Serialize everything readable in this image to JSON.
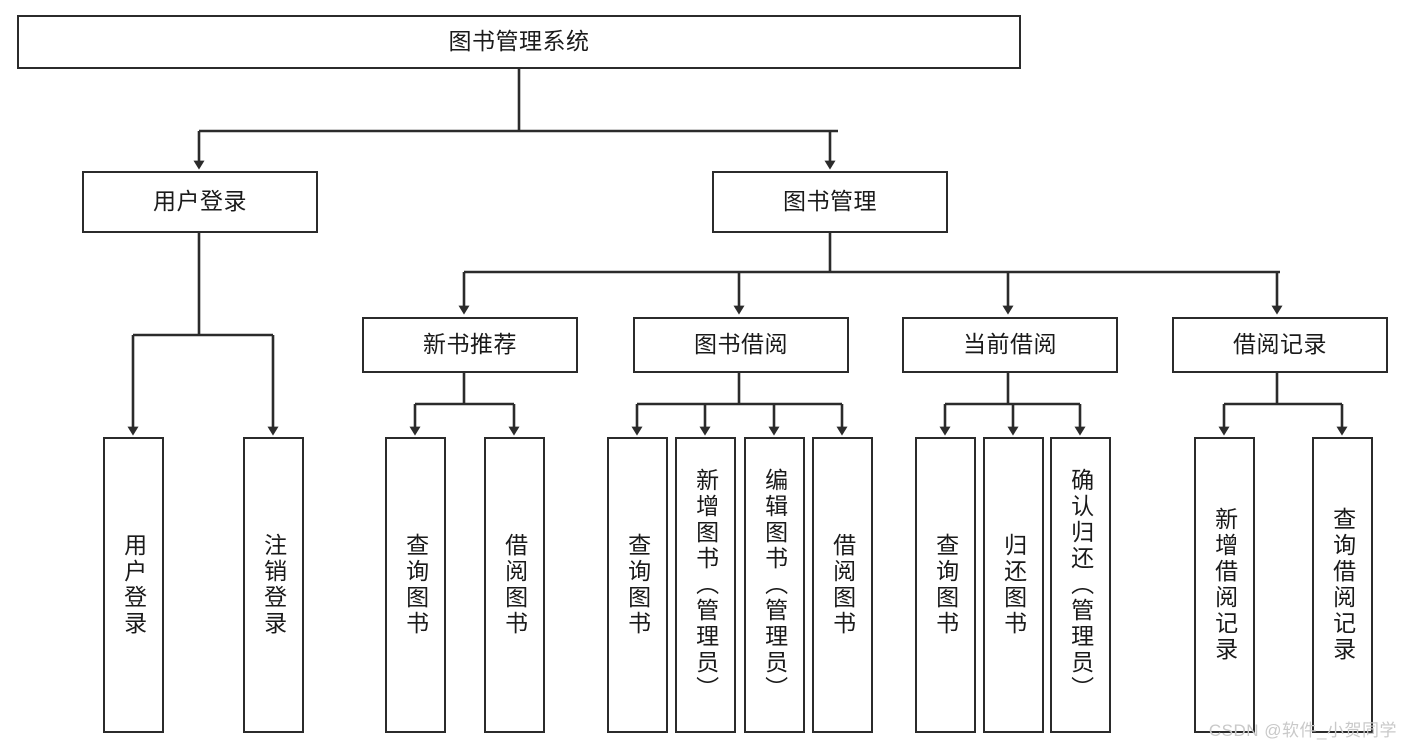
{
  "diagram": {
    "title": "图书管理系统",
    "watermark": "CSDN @软件_小贺同学",
    "colors": {
      "box_border": "#2b2b2b",
      "box_fill": "#ffffff",
      "edge": "#2b2b2b",
      "text": "#1a1a1a",
      "watermark": "#c9c9c9",
      "page_background": "#ffffff"
    },
    "root": {
      "label": "图书管理系统"
    },
    "level2": [
      {
        "label": "用户登录"
      },
      {
        "label": "图书管理"
      }
    ],
    "level3": [
      {
        "label": "新书推荐"
      },
      {
        "label": "图书借阅"
      },
      {
        "label": "当前借阅"
      },
      {
        "label": "借阅记录"
      }
    ],
    "leaves": {
      "user_login": [
        {
          "label": "用户登录"
        },
        {
          "label": "注销登录"
        }
      ],
      "new_book_recommend": [
        {
          "label": "查询图书"
        },
        {
          "label": "借阅图书"
        }
      ],
      "book_borrow": [
        {
          "label": "查询图书"
        },
        {
          "label": "新增图书（管理员）"
        },
        {
          "label": "编辑图书（管理员）"
        },
        {
          "label": "借阅图书"
        }
      ],
      "current_borrow": [
        {
          "label": "查询图书"
        },
        {
          "label": "归还图书"
        },
        {
          "label": "确认归还（管理员）"
        }
      ],
      "borrow_record": [
        {
          "label": "新增借阅记录"
        },
        {
          "label": "查询借阅记录"
        }
      ]
    }
  }
}
